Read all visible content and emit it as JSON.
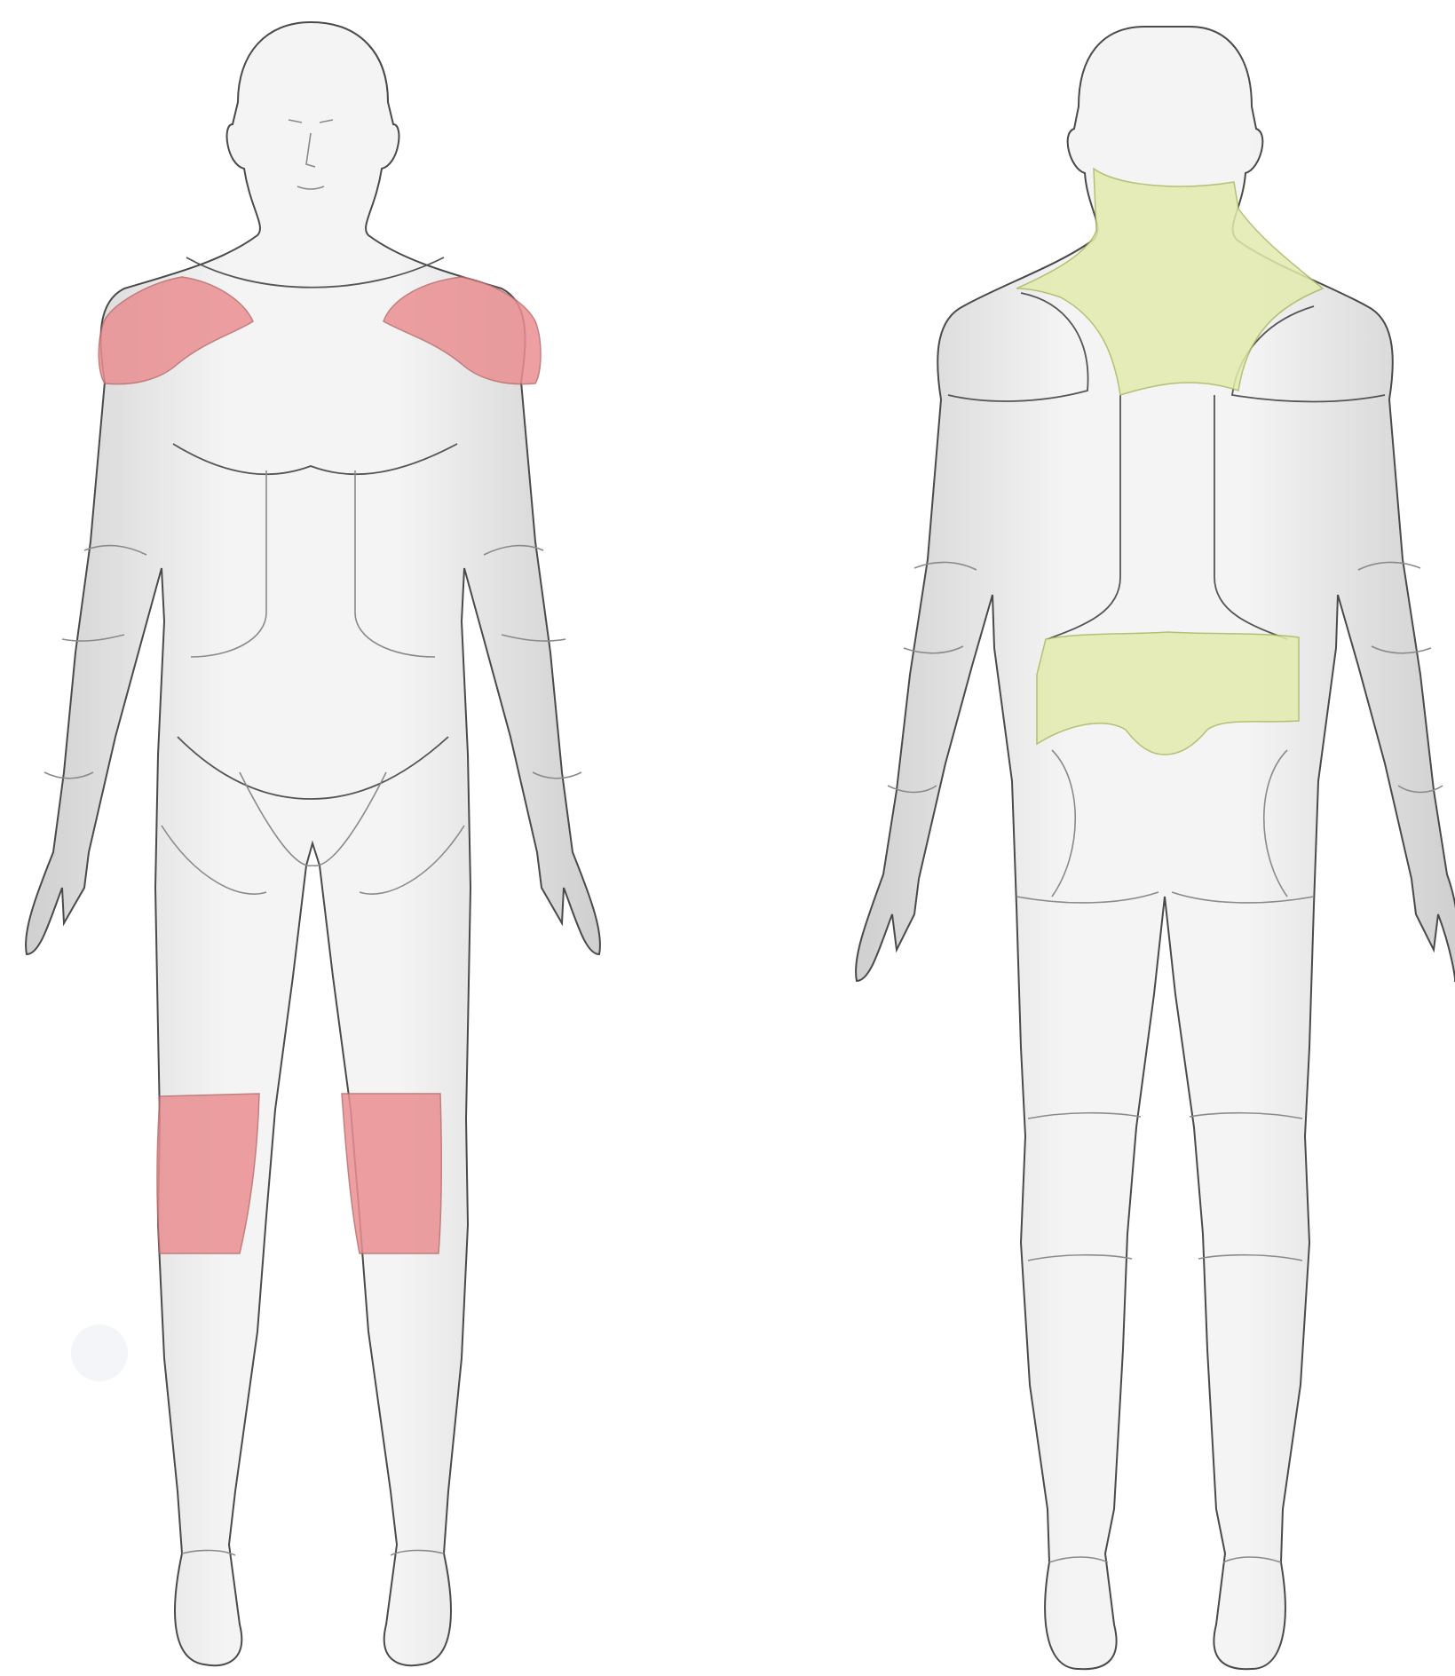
{
  "figures": [
    {
      "view": "front",
      "highlight_color": "#ea8f92",
      "regions": [
        "shoulder-left",
        "shoulder-right",
        "knee-left",
        "knee-right"
      ]
    },
    {
      "view": "back",
      "highlight_color": "#e3ebae",
      "regions": [
        "neck-upper-back",
        "lower-back"
      ]
    }
  ],
  "colors": {
    "skin": "#e9e9e9",
    "outline": "#4a4a4a",
    "pain_zone": "#ea8f92",
    "stiffness_zone": "#e3ebae"
  }
}
